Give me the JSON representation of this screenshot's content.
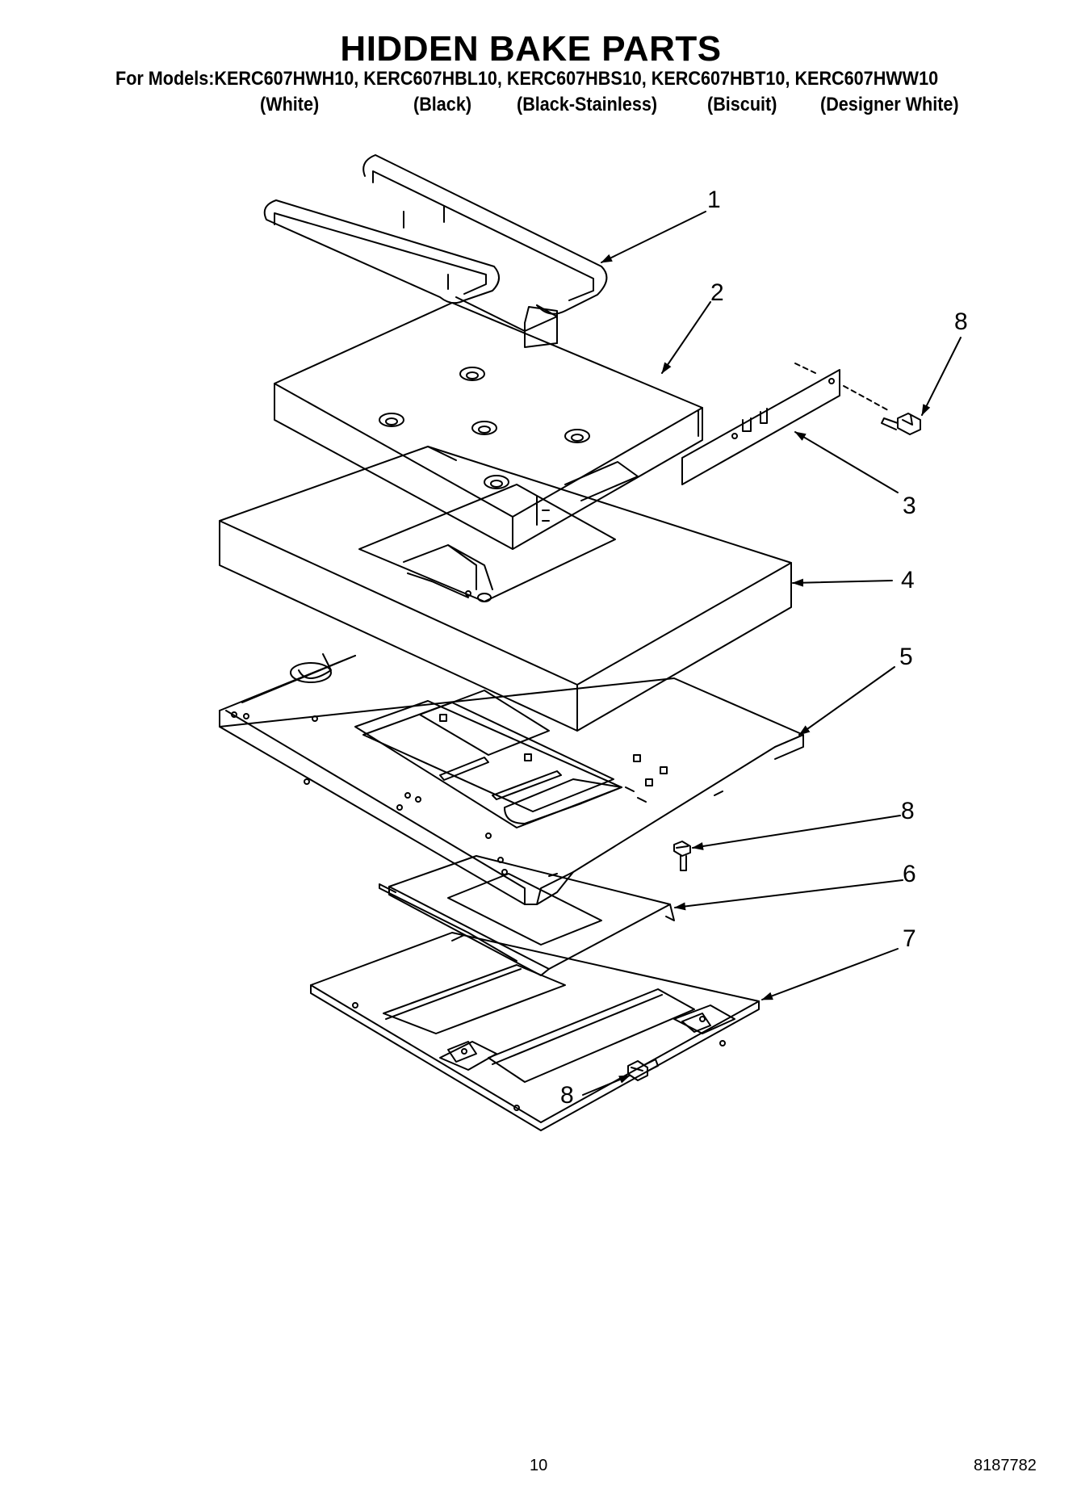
{
  "header": {
    "title": "HIDDEN BAKE PARTS",
    "models_line": "For Models:KERC607HWH10, KERC607HBL10, KERC607HBS10, KERC607HBT10, KERC607HWW10",
    "colors": [
      "(White)",
      "(Black)",
      "(Black-Stainless)",
      "(Biscuit)",
      "(Designer White)"
    ]
  },
  "callouts": {
    "c1": "1",
    "c2": "2",
    "c3": "3",
    "c4": "4",
    "c5": "5",
    "c6": "6",
    "c7": "7",
    "c8a": "8",
    "c8b": "8",
    "c8c": "8"
  },
  "footer": {
    "page_number": "10",
    "doc_number": "8187782"
  }
}
